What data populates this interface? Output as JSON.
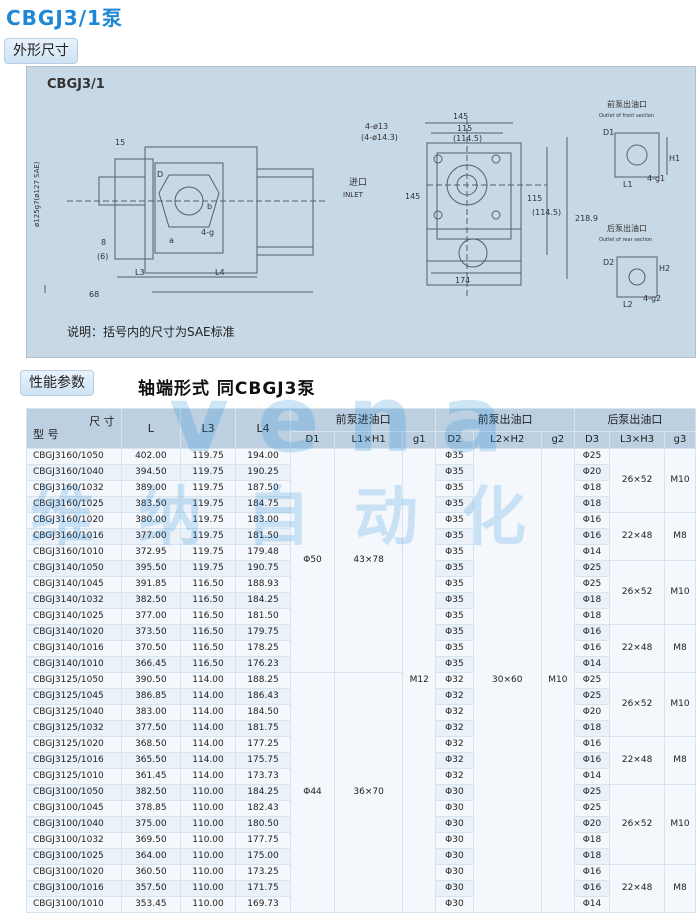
{
  "title": "CBGJ3/1泵",
  "section_dimensions": "外形尺寸",
  "drawing": {
    "model_label": "CBGJ3/1",
    "note": "说明：括号内的尺寸为SAE标准",
    "labels": {
      "d_145": "145",
      "d_115": "115",
      "d_114_5": "(114.5)",
      "d_4_13": "4-ø13",
      "d_4_14_3": "(4-ø14.3)",
      "inlet": "进口",
      "inlet_en": "INLET",
      "d_174": "174",
      "d_218_9": "218.9",
      "d_115v": "115",
      "d_114_5v": "(114.5)",
      "d_145v": "145",
      "d_15": "15",
      "d_8": "8",
      "d_6": "(6)",
      "d_68": "68",
      "L3": "L3",
      "L4": "L4",
      "D": "D",
      "b": "b",
      "a": "a",
      "g4": "4-g",
      "shaft_dia": "ø125g7(ø127 SAE)",
      "front_outlet": "前泵出油口",
      "front_outlet_en": "Outlet of front section",
      "rear_outlet": "后泵出油口",
      "rear_outlet_en": "Outlet of rear section",
      "D1": "D1",
      "H1": "H1",
      "L1": "L1",
      "g1": "4-g1",
      "D2": "D2",
      "H2": "H2",
      "L2": "L2",
      "g2": "4-g2"
    }
  },
  "section_performance": "性能参数",
  "shaft_type": "轴端形式  同CBGJ3泵",
  "watermark": "vena",
  "watermark_cn": "维纳自动化",
  "table": {
    "header_size": "尺  寸",
    "header_model": "型  号",
    "header_L": "L",
    "header_L3": "L3",
    "header_L4": "L4",
    "header_front_inlet": "前泵进油口",
    "header_front_outlet": "前泵出油口",
    "header_rear_outlet": "后泵出油口",
    "sub": [
      "D1",
      "L1×H1",
      "g1",
      "D2",
      "L2×H2",
      "g2",
      "D3",
      "L3×H3",
      "g3"
    ],
    "rows": [
      [
        "CBGJ3160/1050",
        "402.00",
        "119.75",
        "194.00",
        "Φ35",
        "Φ25"
      ],
      [
        "CBGJ3160/1040",
        "394.50",
        "119.75",
        "190.25",
        "Φ35",
        "Φ20"
      ],
      [
        "CBGJ3160/1032",
        "389.00",
        "119.75",
        "187.50",
        "Φ35",
        "Φ18"
      ],
      [
        "CBGJ3160/1025",
        "383.50",
        "119.75",
        "184.75",
        "Φ35",
        "Φ18"
      ],
      [
        "CBGJ3160/1020",
        "380.00",
        "119.75",
        "183.00",
        "Φ35",
        "Φ16"
      ],
      [
        "CBGJ3160/1016",
        "377.00",
        "119.75",
        "181.50",
        "Φ35",
        "Φ16"
      ],
      [
        "CBGJ3160/1010",
        "372.95",
        "119.75",
        "179.48",
        "Φ35",
        "Φ14"
      ],
      [
        "CBGJ3140/1050",
        "395.50",
        "119.75",
        "190.75",
        "Φ35",
        "Φ25"
      ],
      [
        "CBGJ3140/1045",
        "391.85",
        "116.50",
        "188.93",
        "Φ35",
        "Φ25"
      ],
      [
        "CBGJ3140/1032",
        "382.50",
        "116.50",
        "184.25",
        "Φ35",
        "Φ18"
      ],
      [
        "CBGJ3140/1025",
        "377.00",
        "116.50",
        "181.50",
        "Φ35",
        "Φ18"
      ],
      [
        "CBGJ3140/1020",
        "373.50",
        "116.50",
        "179.75",
        "Φ35",
        "Φ16"
      ],
      [
        "CBGJ3140/1016",
        "370.50",
        "116.50",
        "178.25",
        "Φ35",
        "Φ16"
      ],
      [
        "CBGJ3140/1010",
        "366.45",
        "116.50",
        "176.23",
        "Φ35",
        "Φ14"
      ],
      [
        "CBGJ3125/1050",
        "390.50",
        "114.00",
        "188.25",
        "Φ32",
        "Φ25"
      ],
      [
        "CBGJ3125/1045",
        "386.85",
        "114.00",
        "186.43",
        "Φ32",
        "Φ25"
      ],
      [
        "CBGJ3125/1040",
        "383.00",
        "114.00",
        "184.50",
        "Φ32",
        "Φ20"
      ],
      [
        "CBGJ3125/1032",
        "377.50",
        "114.00",
        "181.75",
        "Φ32",
        "Φ18"
      ],
      [
        "CBGJ3125/1020",
        "368.50",
        "114.00",
        "177.25",
        "Φ32",
        "Φ16"
      ],
      [
        "CBGJ3125/1016",
        "365.50",
        "114.00",
        "175.75",
        "Φ32",
        "Φ16"
      ],
      [
        "CBGJ3125/1010",
        "361.45",
        "114.00",
        "173.73",
        "Φ32",
        "Φ14"
      ],
      [
        "CBGJ3100/1050",
        "382.50",
        "110.00",
        "184.25",
        "Φ30",
        "Φ25"
      ],
      [
        "CBGJ3100/1045",
        "378.85",
        "110.00",
        "182.43",
        "Φ30",
        "Φ25"
      ],
      [
        "CBGJ3100/1040",
        "375.00",
        "110.00",
        "180.50",
        "Φ30",
        "Φ20"
      ],
      [
        "CBGJ3100/1032",
        "369.50",
        "110.00",
        "177.75",
        "Φ30",
        "Φ18"
      ],
      [
        "CBGJ3100/1025",
        "364.00",
        "110.00",
        "175.00",
        "Φ30",
        "Φ18"
      ],
      [
        "CBGJ3100/1020",
        "360.50",
        "110.00",
        "173.25",
        "Φ30",
        "Φ16"
      ],
      [
        "CBGJ3100/1016",
        "357.50",
        "110.00",
        "171.75",
        "Φ30",
        "Φ16"
      ],
      [
        "CBGJ3100/1010",
        "353.45",
        "110.00",
        "169.73",
        "Φ30",
        "Φ14"
      ]
    ],
    "merged": {
      "d1_a": "Φ50",
      "lh1_a": "43×78",
      "d1_b": "Φ44",
      "lh1_b": "36×70",
      "g1": "M12",
      "lh2": "30×60",
      "g2": "M10",
      "r1_lh3": "26×52",
      "r1_g3": "M10",
      "r2_lh3": "22×48",
      "r2_g3": "M8",
      "r3_lh3": "26×52",
      "r3_g3": "M10",
      "r4_lh3": "22×48",
      "r4_g3": "M8",
      "r5_lh3": "26×52",
      "r5_g3": "M10",
      "r6_lh3": "22×48",
      "r6_g3": "M8",
      "r7_lh3": "26×52",
      "r7_g3": "M10",
      "r8_lh3": "22×48",
      "r8_g3": "M8"
    }
  },
  "colors": {
    "title": "#1e88d6",
    "drawing_bg": "#c7d8e6",
    "table_header": "#bcd0e2",
    "table_row": "#f4f8fc"
  }
}
